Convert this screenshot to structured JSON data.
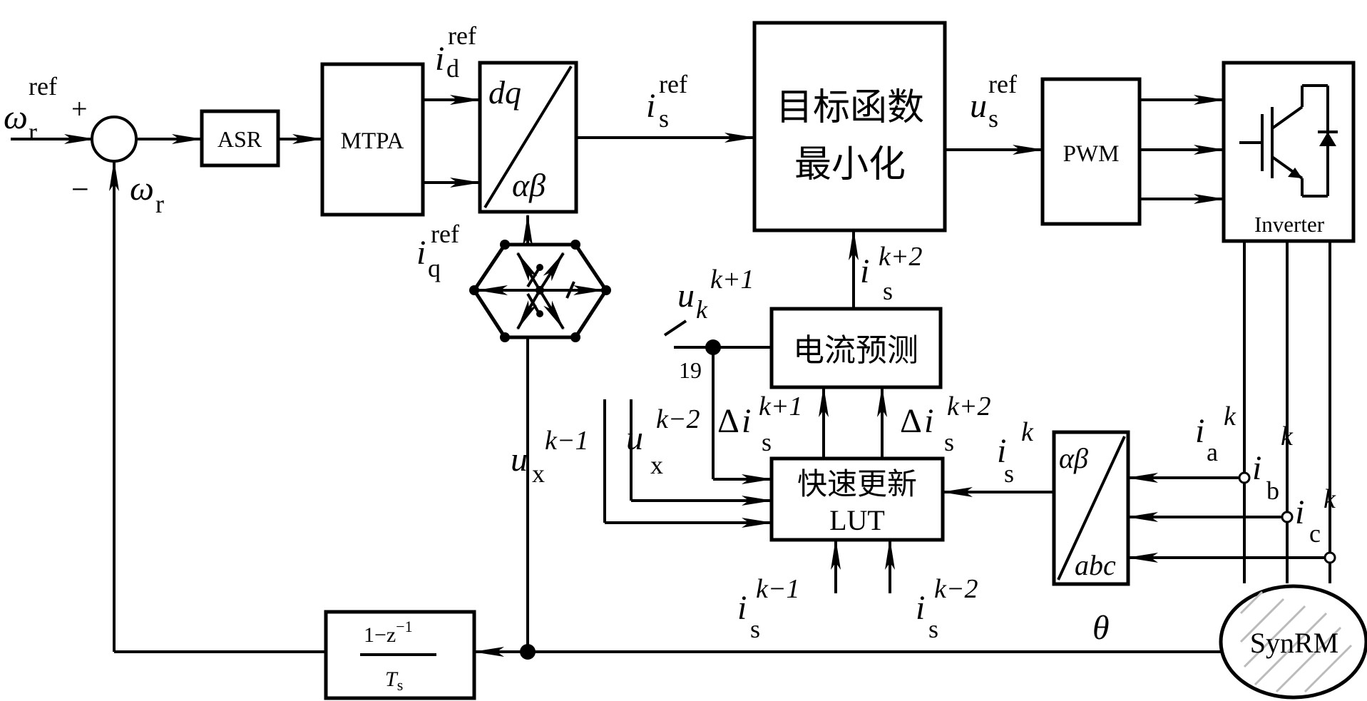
{
  "blocks": {
    "asr": "ASR",
    "mtpa": "MTPA",
    "dq_top": "dq",
    "dq_bottom": "αβ",
    "objective_line1": "目标函数",
    "objective_line2": "最小化",
    "pwm": "PWM",
    "inverter": "Inverter",
    "prediction": "电流预测",
    "lut_line1": "快速更新",
    "lut_line2": "LUT",
    "abc_top": "αβ",
    "abc_bottom": "abc",
    "motor": "SynRM",
    "diff_num": "1−z",
    "diff_exp": "−1",
    "diff_den": "T",
    "diff_den_sub": "s"
  },
  "signals": {
    "omega": "ω",
    "sub_r": "r",
    "ref": "ref",
    "plus": "+",
    "minus": "−",
    "i": "i",
    "u": "u",
    "sub_d": "d",
    "sub_q": "q",
    "sub_s": "s",
    "sub_x": "x",
    "sub_k": "k",
    "sub_a": "a",
    "sub_b": "b",
    "sub_c": "c",
    "k": "k",
    "k_plus_1": "k+1",
    "k_plus_2": "k+2",
    "k_minus_1": "k−1",
    "k_minus_2": "k−2",
    "delta": "Δ",
    "theta": "θ",
    "vectors_count": "19"
  }
}
